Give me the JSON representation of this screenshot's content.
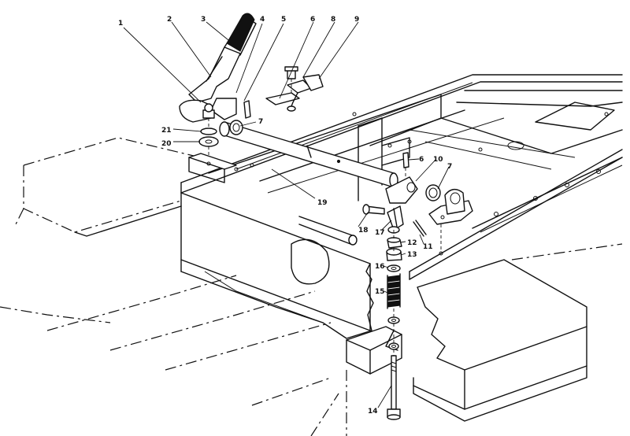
{
  "callouts": [
    {
      "id": "c1",
      "text": "1"
    },
    {
      "id": "c2",
      "text": "2"
    },
    {
      "id": "c3",
      "text": "3"
    },
    {
      "id": "c4",
      "text": "4"
    },
    {
      "id": "c5",
      "text": "5"
    },
    {
      "id": "c6a",
      "text": "6"
    },
    {
      "id": "c8",
      "text": "8"
    },
    {
      "id": "c9",
      "text": "9"
    },
    {
      "id": "c7a",
      "text": "7"
    },
    {
      "id": "c21",
      "text": "21"
    },
    {
      "id": "c20",
      "text": "20"
    },
    {
      "id": "c6b",
      "text": "6"
    },
    {
      "id": "c10",
      "text": "10"
    },
    {
      "id": "c7b",
      "text": "7"
    },
    {
      "id": "c19",
      "text": "19"
    },
    {
      "id": "c18",
      "text": "18"
    },
    {
      "id": "c17",
      "text": "17"
    },
    {
      "id": "c12",
      "text": "12"
    },
    {
      "id": "c11",
      "text": "11"
    },
    {
      "id": "c13",
      "text": "13"
    },
    {
      "id": "c16",
      "text": "16"
    },
    {
      "id": "c15",
      "text": "15"
    },
    {
      "id": "c14",
      "text": "14"
    }
  ]
}
